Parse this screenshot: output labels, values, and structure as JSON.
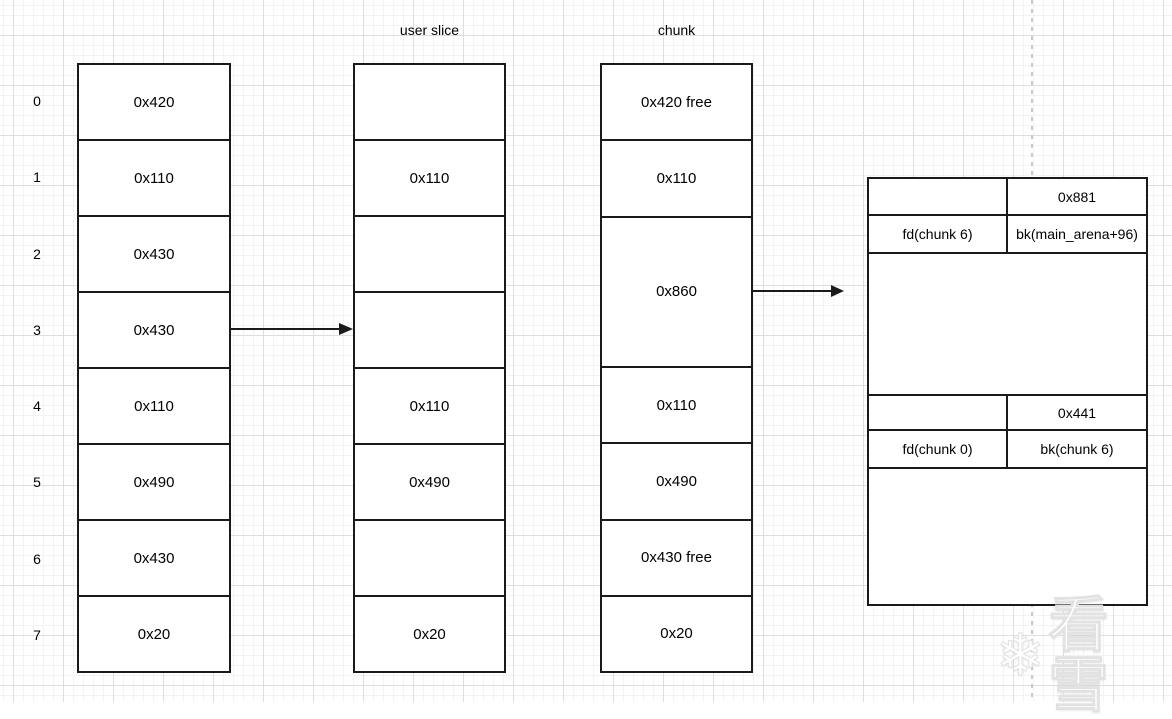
{
  "row_labels": [
    "0",
    "1",
    "2",
    "3",
    "4",
    "5",
    "6",
    "7"
  ],
  "alloc_col": {
    "cells": [
      "0x420",
      "0x110",
      "0x430",
      "0x430",
      "0x110",
      "0x490",
      "0x430",
      "0x20"
    ]
  },
  "user_slice_col": {
    "title": "user slice",
    "cells": [
      "",
      "0x110",
      "",
      "",
      "0x110",
      "0x490",
      "",
      "0x20"
    ]
  },
  "chunk_col": {
    "title": "chunk",
    "cells": [
      "0x420 free",
      "0x110",
      "0x860",
      "0x110",
      "0x490",
      "0x430 free",
      "0x20"
    ],
    "spans": [
      1,
      1,
      2,
      1,
      1,
      1,
      1
    ]
  },
  "chunk_detail": {
    "chunk_a": {
      "size": "0x881",
      "fd": "fd(chunk 6)",
      "bk": "bk(main_arena+96)"
    },
    "chunk_b": {
      "size": "0x441",
      "fd": "fd(chunk 0)",
      "bk": "bk(chunk 6)"
    }
  },
  "watermark": {
    "icon": "❄",
    "text": "看雪"
  },
  "colors": {
    "shape_border": "#1a1a1a",
    "grid_minor": "#f3f3f3",
    "grid_major": "#dedede",
    "page_break": "#c9c9c9",
    "watermark_fill": "#ffffff"
  }
}
